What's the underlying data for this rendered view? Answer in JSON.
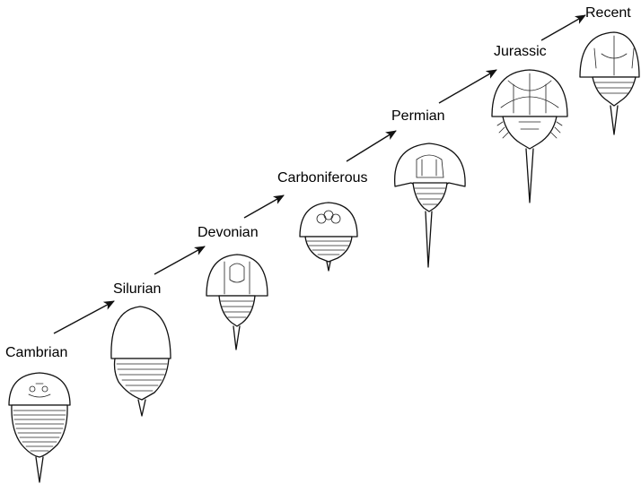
{
  "diagram": {
    "periods": [
      {
        "id": "cambrian",
        "label": "Cambrian"
      },
      {
        "id": "silurian",
        "label": "Silurian"
      },
      {
        "id": "devonian",
        "label": "Devonian"
      },
      {
        "id": "carboniferous",
        "label": "Carboniferous"
      },
      {
        "id": "permian",
        "label": "Permian"
      },
      {
        "id": "jurassic",
        "label": "Jurassic"
      },
      {
        "id": "recent",
        "label": "Recent"
      }
    ],
    "colors": {
      "ink": "#111111",
      "background": "#ffffff"
    }
  }
}
